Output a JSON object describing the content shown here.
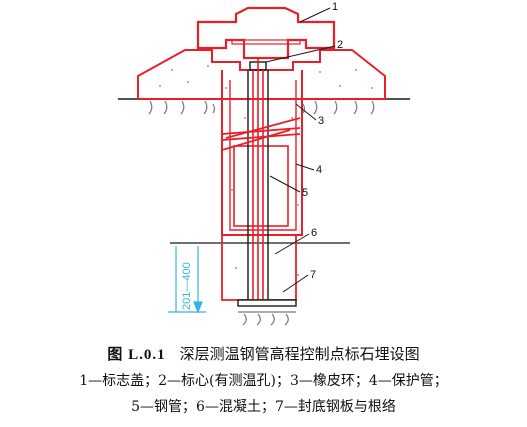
{
  "figure": {
    "callouts": [
      "1",
      "2",
      "3",
      "4",
      "5",
      "6",
      "7"
    ],
    "depth_label": "201—400",
    "colors": {
      "red": "#e8202a",
      "black": "#1a1a1a",
      "cyan": "#33b5e5",
      "gray": "#8a8a8a"
    }
  },
  "caption": {
    "figure_number": "图 L.0.1",
    "title": "深层测温钢管高程控制点标石埋设图",
    "legend_line1": "1—标志盖；2—标心(有测温孔)；3—橡皮环；4—保护管；",
    "legend_line2": "5—钢管；6—混凝土；7—封底钢板与根络"
  }
}
